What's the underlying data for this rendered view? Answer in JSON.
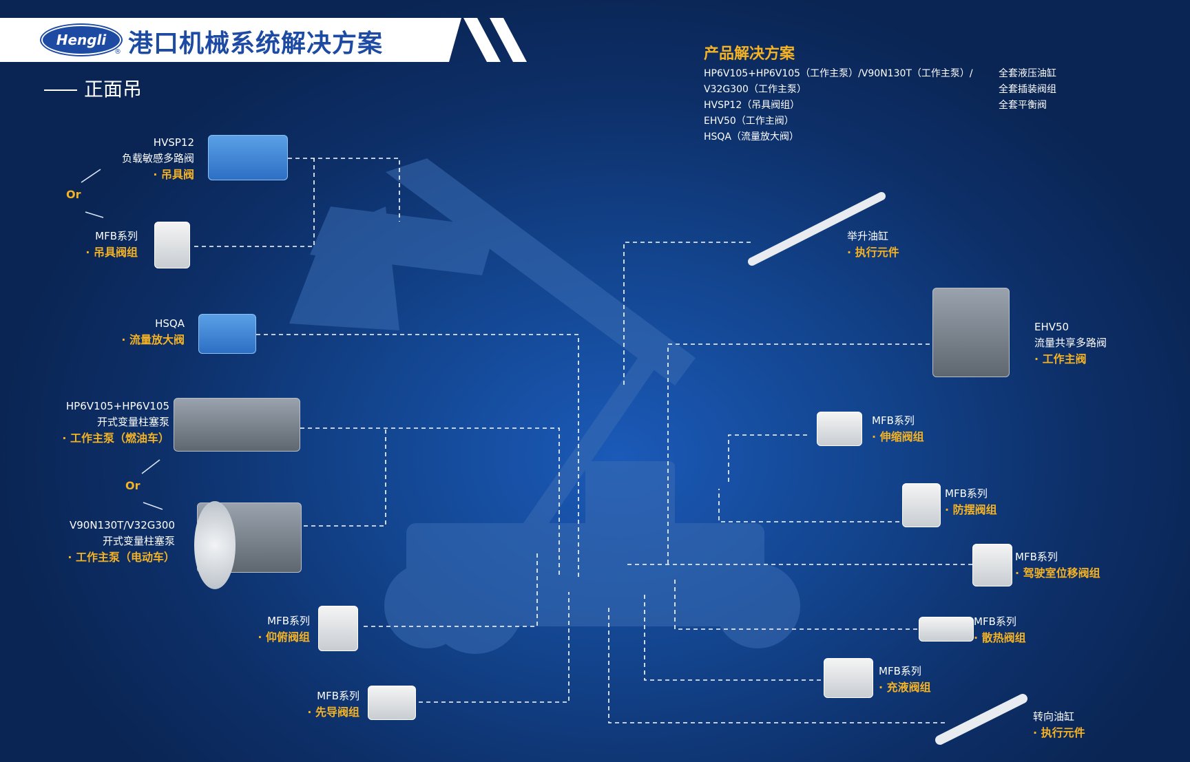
{
  "header": {
    "logo_text": "Hengli",
    "logo_mark": "®",
    "title": "港口机械系统解决方案",
    "subtitle": "正面吊"
  },
  "solutions": {
    "title": "产品解决方案",
    "col1": [
      "HP6V105+HP6V105（工作主泵）/V90N130T（工作主泵）/",
      "V32G300（工作主泵）",
      "HVSP12（吊具阀组）",
      "EHV50（工作主阀）",
      "HSQA（流量放大阀）"
    ],
    "col2": [
      "全套液压油缸",
      "全套插装阀组",
      "全套平衡阀"
    ]
  },
  "or_label": "Or",
  "components": {
    "hvsp12": {
      "name": "HVSP12",
      "desc": "负载敏感多路阀",
      "role": "· 吊具阀"
    },
    "mfb_spreader": {
      "name": "MFB系列",
      "role": "· 吊具阀组"
    },
    "hsqa": {
      "name": "HSQA",
      "role": "· 流量放大阀"
    },
    "hp6v": {
      "name": "HP6V105+HP6V105",
      "desc": "开式变量柱塞泵",
      "role": "· 工作主泵（燃油车）"
    },
    "v90": {
      "name": "V90N130T/V32G300",
      "desc": "开式变量柱塞泵",
      "role": "· 工作主泵（电动车）"
    },
    "mfb_tilt": {
      "name": "MFB系列",
      "role": "· 仰俯阀组"
    },
    "mfb_pilot": {
      "name": "MFB系列",
      "role": "· 先导阀组"
    },
    "lift_cyl": {
      "name": "举升油缸",
      "role": "· 执行元件"
    },
    "ehv50": {
      "name": "EHV50",
      "desc": "流量共享多路阀",
      "role": "· 工作主阀"
    },
    "mfb_tele": {
      "name": "MFB系列",
      "role": "· 伸缩阀组"
    },
    "mfb_sway": {
      "name": "MFB系列",
      "role": "· 防摆阀组"
    },
    "mfb_cab": {
      "name": "MFB系列",
      "role": "· 驾驶室位移阀组"
    },
    "mfb_cool": {
      "name": "MFB系列",
      "role": "· 散热阀组"
    },
    "mfb_fill": {
      "name": "MFB系列",
      "role": "· 充液阀组"
    },
    "steer_cyl": {
      "name": "转向油缸",
      "role": "· 执行元件"
    }
  },
  "colors": {
    "accent": "#f5b324",
    "brand": "#1d4aa3",
    "background": "#13458f"
  }
}
